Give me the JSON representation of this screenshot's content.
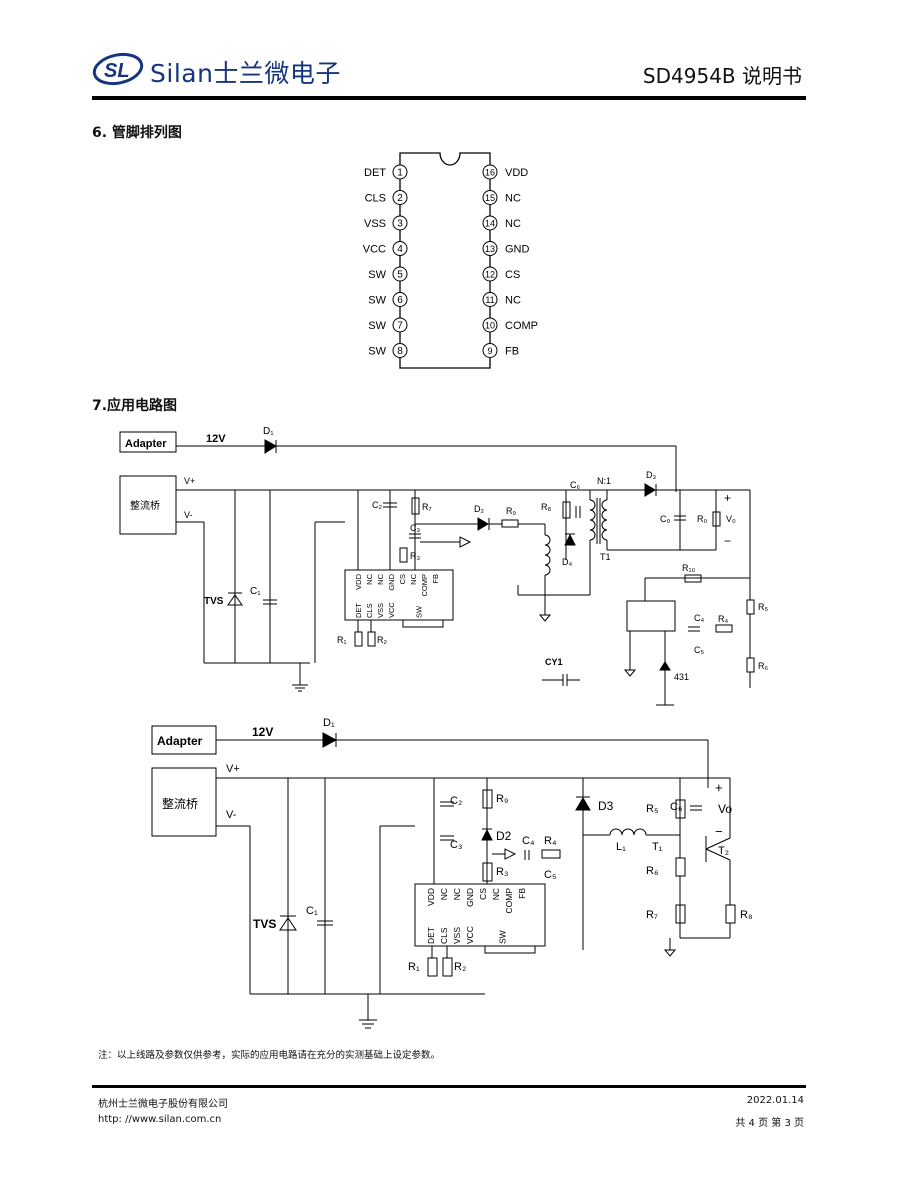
{
  "header": {
    "logo_text": "SL",
    "brand": "Silan士兰微电子",
    "doc_title": "SD4954B 说明书"
  },
  "section6": {
    "title": "6.  管脚排列图",
    "left_pins": [
      {
        "num": "1",
        "name": "DET"
      },
      {
        "num": "2",
        "name": "CLS"
      },
      {
        "num": "3",
        "name": "VSS"
      },
      {
        "num": "4",
        "name": "VCC"
      },
      {
        "num": "5",
        "name": "SW"
      },
      {
        "num": "6",
        "name": "SW"
      },
      {
        "num": "7",
        "name": "SW"
      },
      {
        "num": "8",
        "name": "SW"
      }
    ],
    "right_pins": [
      {
        "num": "16",
        "name": "VDD"
      },
      {
        "num": "15",
        "name": "NC"
      },
      {
        "num": "14",
        "name": "NC"
      },
      {
        "num": "13",
        "name": "GND"
      },
      {
        "num": "12",
        "name": "CS"
      },
      {
        "num": "11",
        "name": "NC"
      },
      {
        "num": "10",
        "name": "COMP"
      },
      {
        "num": "9",
        "name": "FB"
      }
    ]
  },
  "section7": {
    "title": "7.应用电路图",
    "circuit1": {
      "adapter": "Adapter",
      "v12": "12V",
      "d1": "D₁",
      "vplus": "V+",
      "vminus": "V-",
      "rectifier": "整流桥",
      "tvs": "TVS",
      "c1": "C₁",
      "c2": "C₂",
      "r7": "R₇",
      "c3": "C₃",
      "r3": "R₃",
      "d2": "D₂",
      "r9": "R₉",
      "r8": "R₈",
      "c6": "C₆",
      "nratio": "N:1",
      "d3": "D₃",
      "co": "C₀",
      "ro": "R₀",
      "vo": "V₀",
      "plus": "+",
      "minus": "−",
      "d4": "D₄",
      "t1": "T1",
      "r10": "R₁₀",
      "r5": "R₅",
      "c4": "C₄",
      "r4": "R₄",
      "c5": "C₅",
      "r6": "R₆",
      "ic431": "431",
      "cy1": "CY1",
      "r1": "R₁",
      "r2": "R₂",
      "ic_top": [
        "VDD",
        "NC",
        "NC",
        "GND",
        "CS",
        "NC",
        "COMP",
        "FB"
      ],
      "ic_bot": [
        "DET",
        "CLS",
        "VSS",
        "VCC",
        "SW"
      ]
    },
    "circuit2": {
      "adapter": "Adapter",
      "v12": "12V",
      "d1": "D₁",
      "vplus": "V+",
      "vminus": "V-",
      "rectifier": "整流桥",
      "tvs": "TVS",
      "c1": "C₁",
      "c2": "C₂",
      "r9": "R₉",
      "c3": "C₃",
      "d2": "D2",
      "c4": "C₄",
      "r4": "R₄",
      "c5": "C₅",
      "r3": "R₃",
      "d3": "D3",
      "r5": "R₅",
      "c6": "C₆",
      "vo": "Vo",
      "plus": "+",
      "minus": "−",
      "l1": "L₁",
      "t1": "T₁",
      "t2": "T₂",
      "r6": "R₆",
      "r7": "R₇",
      "r8": "R₈",
      "r1": "R₁",
      "r2": "R₂",
      "ic_top": [
        "VDD",
        "NC",
        "NC",
        "GND",
        "CS",
        "NC",
        "COMP",
        "FB"
      ],
      "ic_bot": [
        "DET",
        "CLS",
        "VSS",
        "VCC",
        "SW"
      ]
    }
  },
  "note": "注：以上线路及参数仅供参考，实际的应用电路请在充分的实测基础上设定参数。",
  "footer": {
    "company": "杭州士兰微电子股份有限公司",
    "url": "http: //www.silan.com.cn",
    "date": "2022.01.14",
    "pages": "共 4 页    第 3 页"
  }
}
